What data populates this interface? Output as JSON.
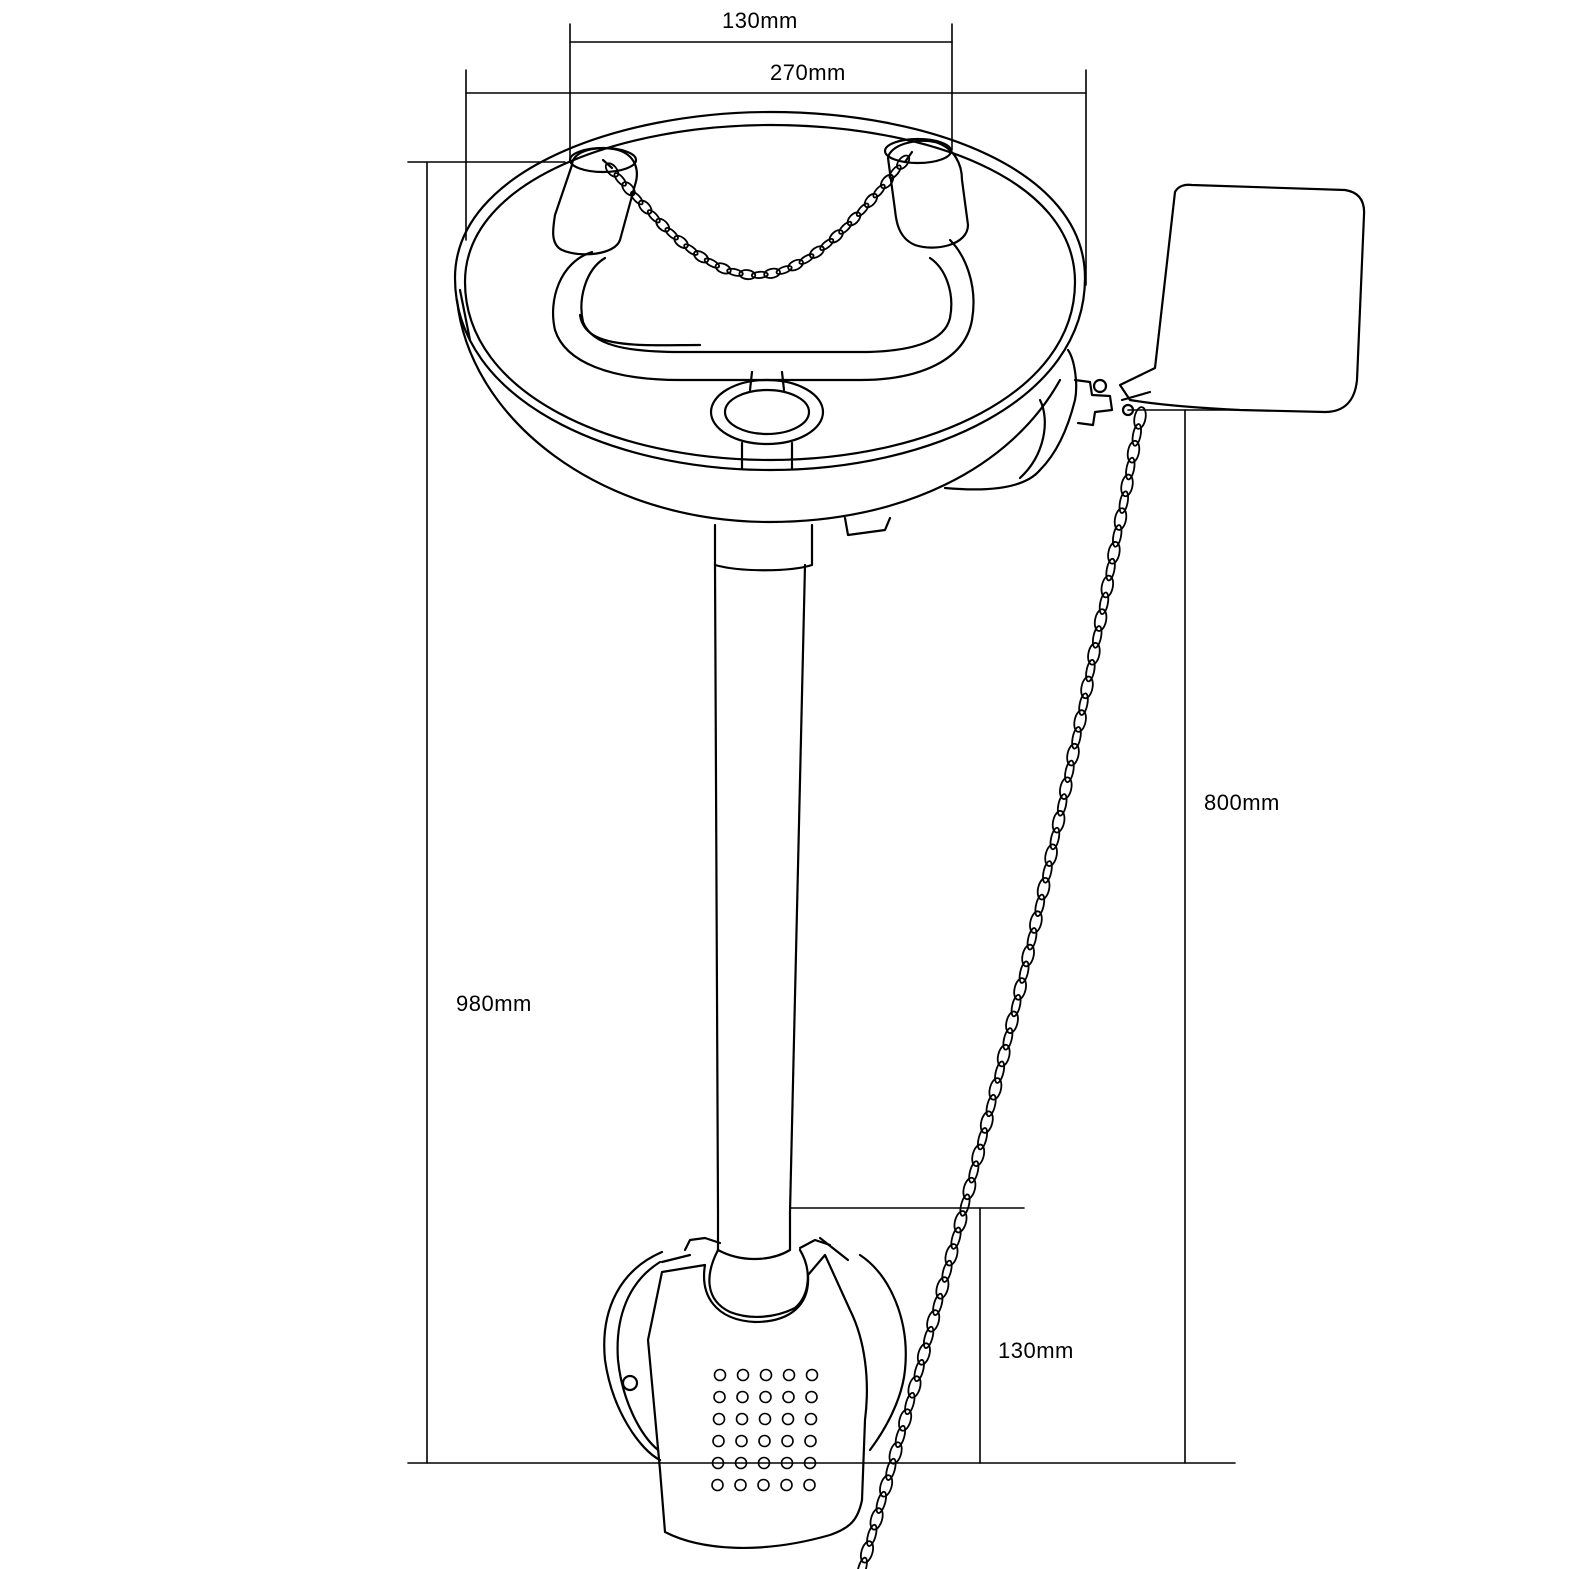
{
  "dimensions": {
    "nozzle_spacing": "130mm",
    "bowl_diameter": "270mm",
    "overall_height": "980mm",
    "pull_handle_height": "800mm",
    "pedal_height": "130mm"
  },
  "colors": {
    "line": "#000000",
    "background": "#ffffff"
  }
}
